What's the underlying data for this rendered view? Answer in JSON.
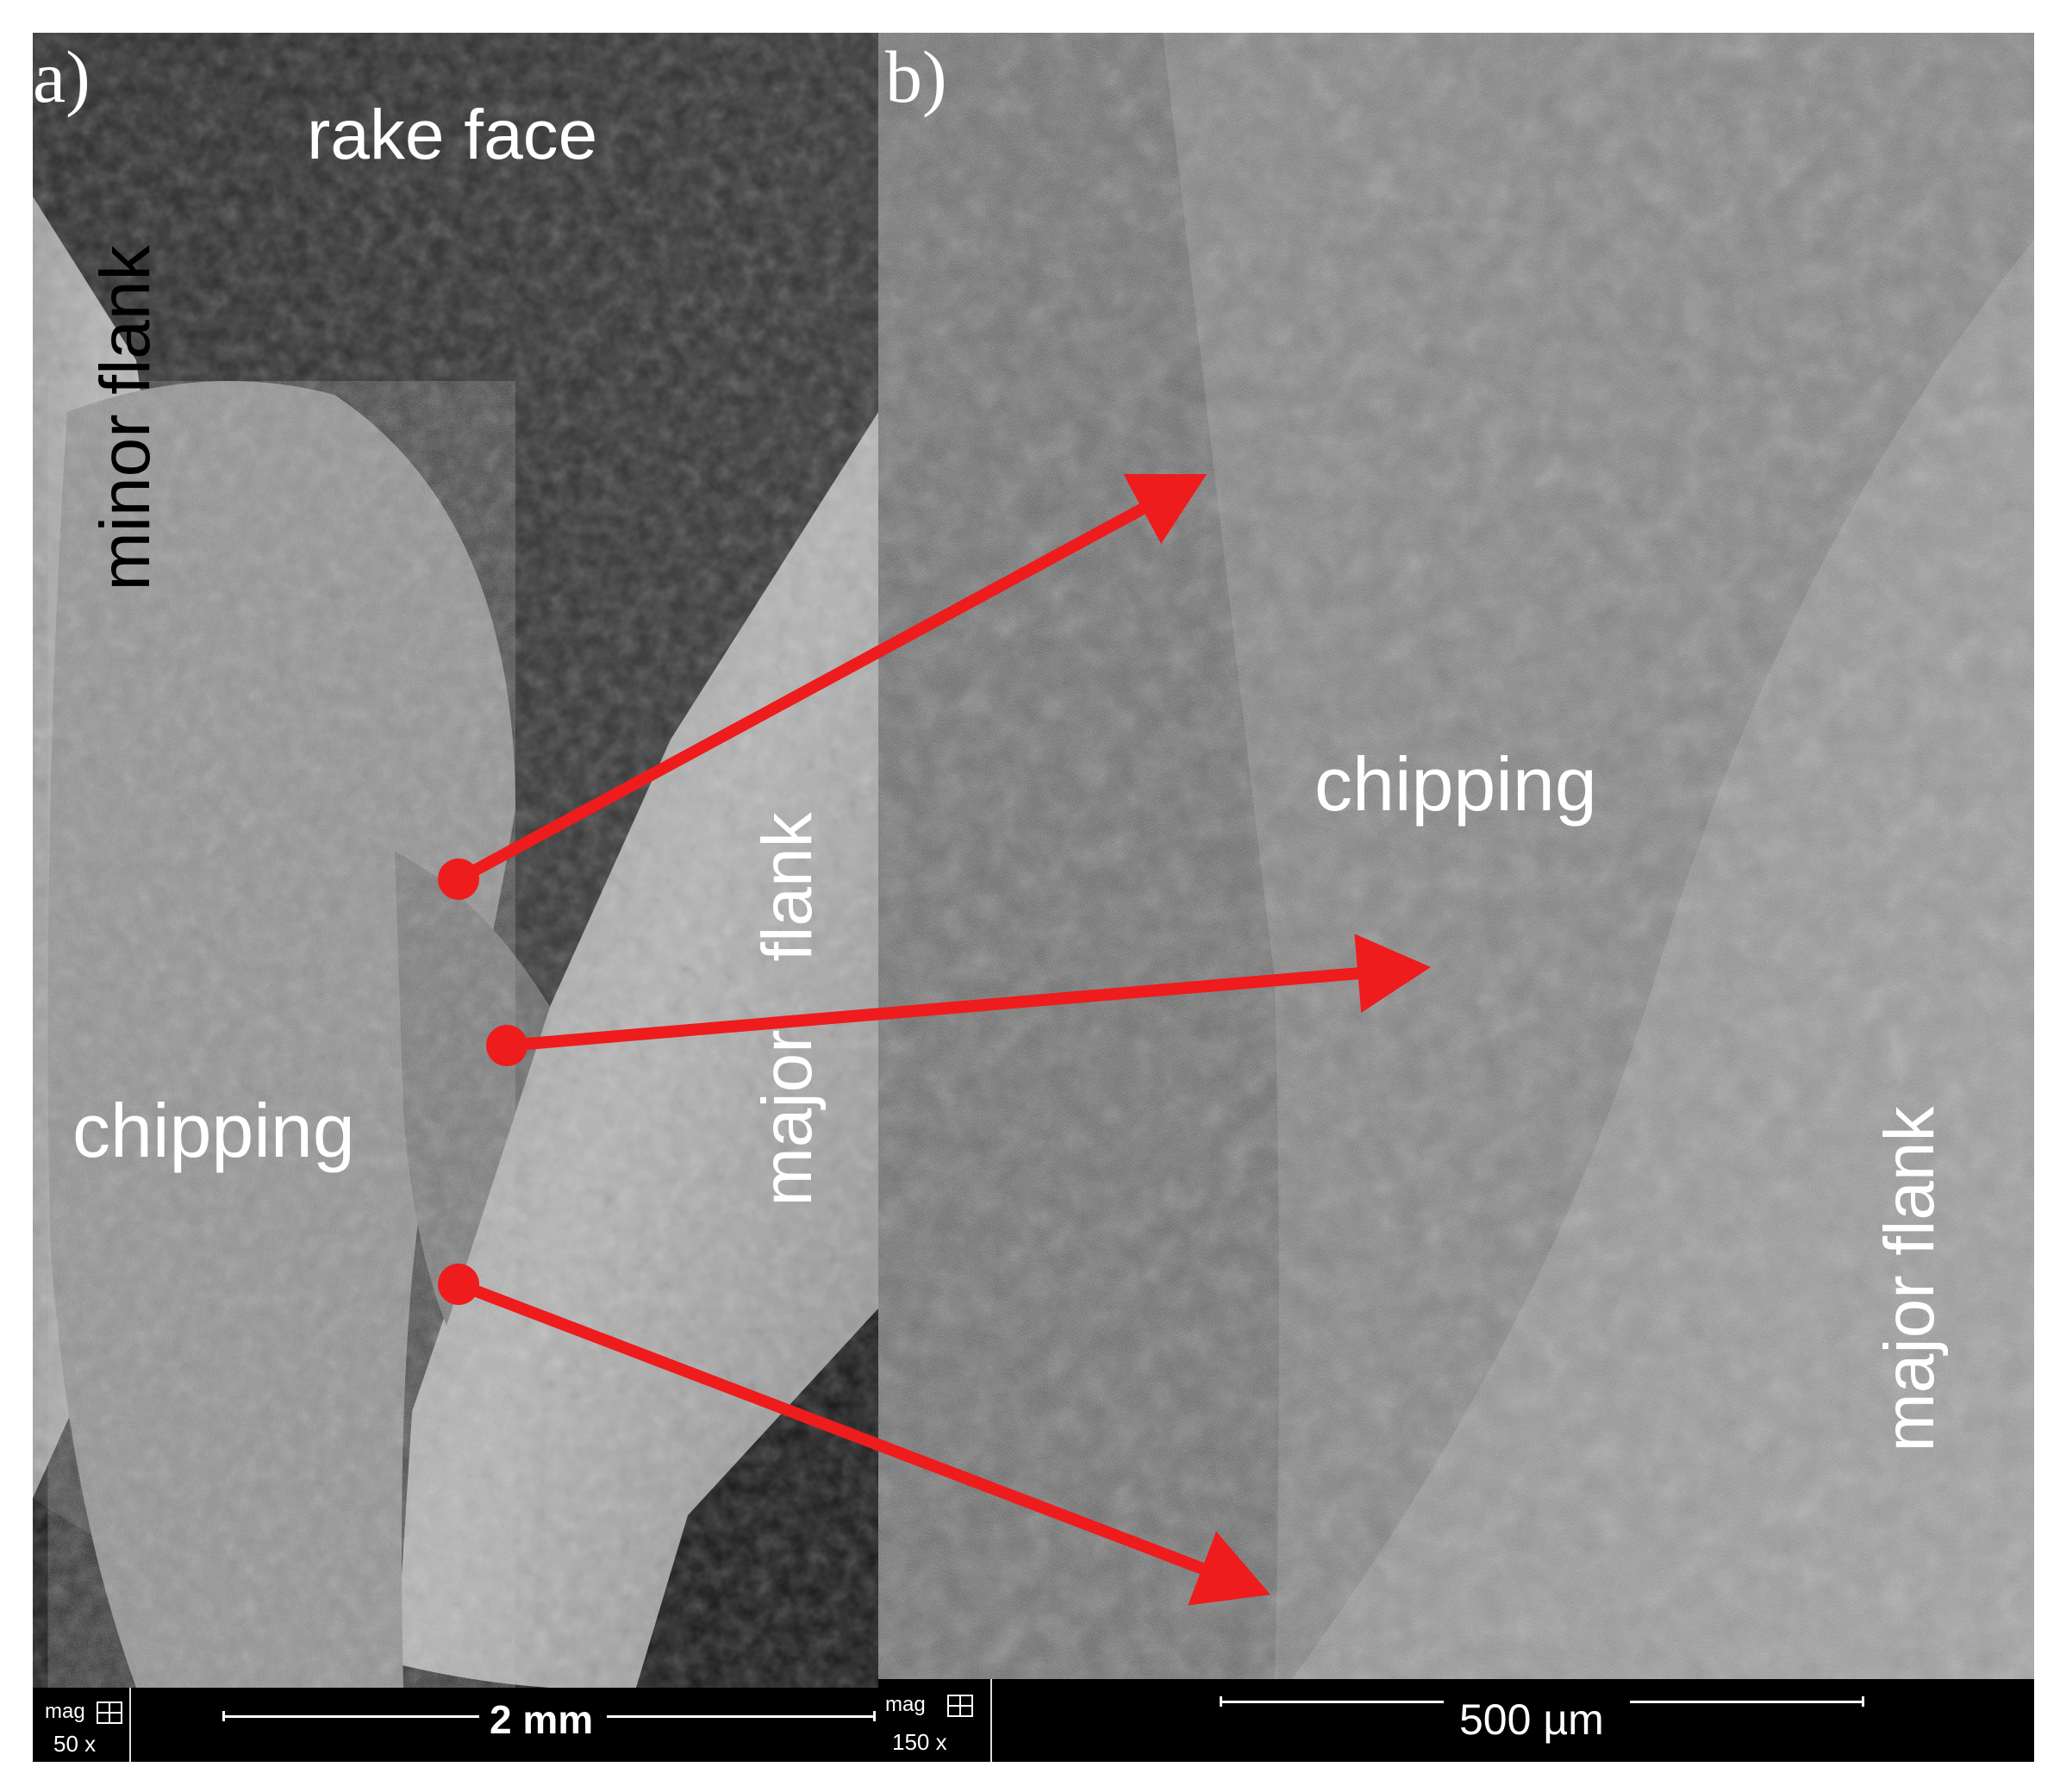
{
  "panels": {
    "a": {
      "letter": "a)",
      "labels": {
        "rake_face": "rake face",
        "minor_flank": "minor flank",
        "flank": "flank",
        "major": "major",
        "chipping": "chipping"
      },
      "scale": {
        "mag_label": "mag",
        "mag_value": "50 x",
        "scale_text": "2 mm"
      }
    },
    "b": {
      "letter": "b)",
      "labels": {
        "chipping": "chipping",
        "major_flank": "major flank"
      },
      "scale": {
        "mag_label": "mag",
        "mag_value": "150 x",
        "scale_text": "500 µm"
      }
    }
  },
  "colors": {
    "arrow": "#ee1c1c",
    "label_text": "#ffffff",
    "minor_flank_text": "#000000",
    "scale_bar_bg": "#000000"
  },
  "icons": {
    "mag_grid": "grid-icon",
    "arrow": "arrow-icon"
  }
}
